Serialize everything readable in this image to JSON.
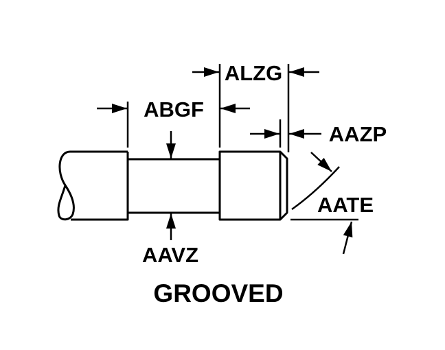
{
  "labels": {
    "abgf": "ABGF",
    "alzg": "ALZG",
    "aazp": "AAZP",
    "aate": "AATE",
    "aavz": "AAVZ",
    "title": "GROOVED"
  }
}
